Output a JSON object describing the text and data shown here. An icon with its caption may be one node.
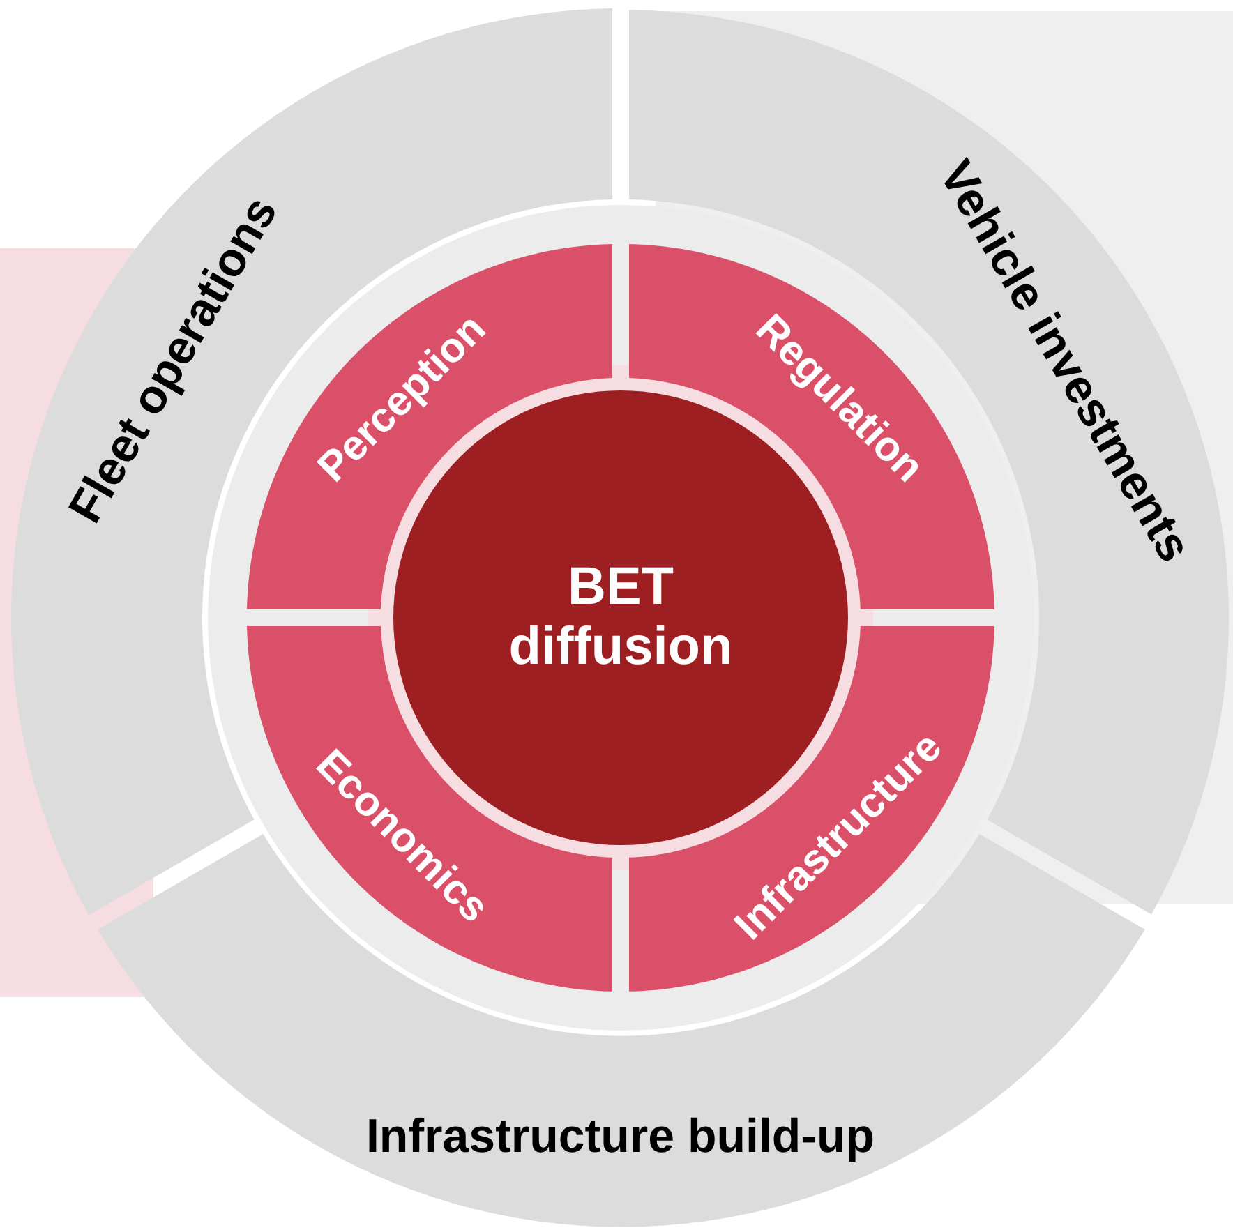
{
  "diagram": {
    "nodes": [
      {
        "text": [
          "Fleet operations"
        ]
      },
      {
        "text": [
          "Vehicle investments"
        ]
      },
      {
        "text": [
          "Infrastructure build-up"
        ]
      },
      {
        "text": [
          "Perception"
        ]
      },
      {
        "text": [
          "Regulation"
        ]
      },
      {
        "text": [
          "Economics"
        ]
      },
      {
        "text": [
          "Infrastructure"
        ]
      },
      {
        "text": [
          "BET diffusion"
        ]
      }
    ]
  }
}
